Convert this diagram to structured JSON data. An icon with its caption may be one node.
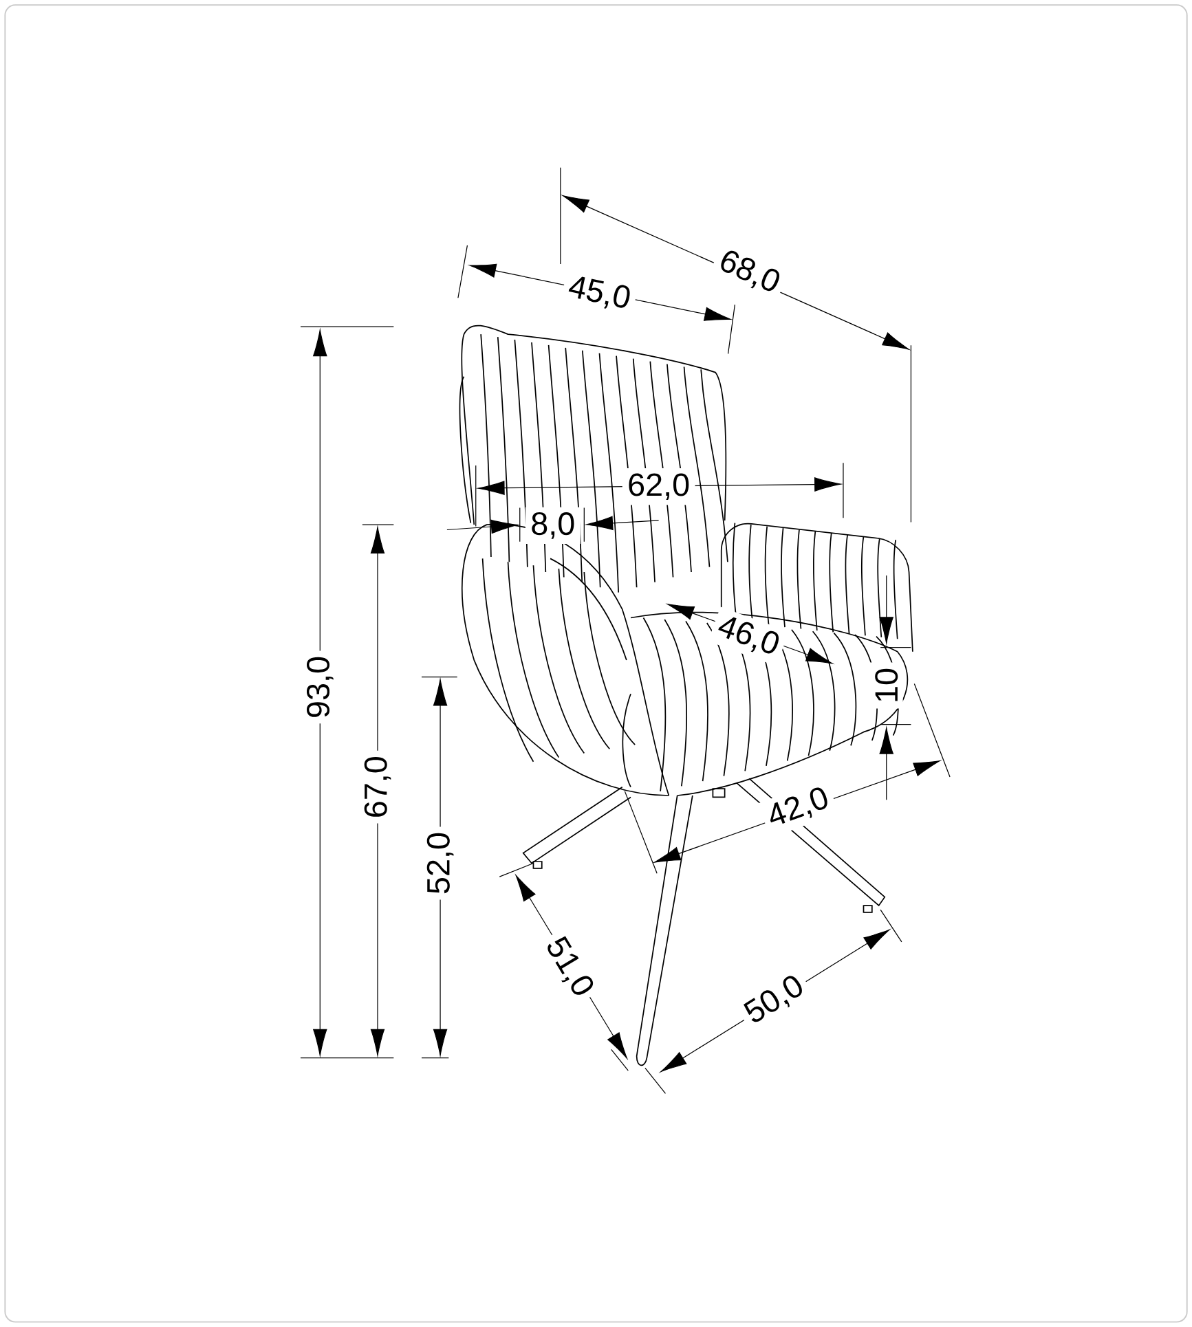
{
  "diagram": {
    "labels": [
      "68,0",
      "45,0",
      "93,0",
      "62,0",
      "8,0",
      "67,0",
      "46,0",
      "10",
      "52,0",
      "42,0",
      "51,0",
      "50,0"
    ]
  }
}
